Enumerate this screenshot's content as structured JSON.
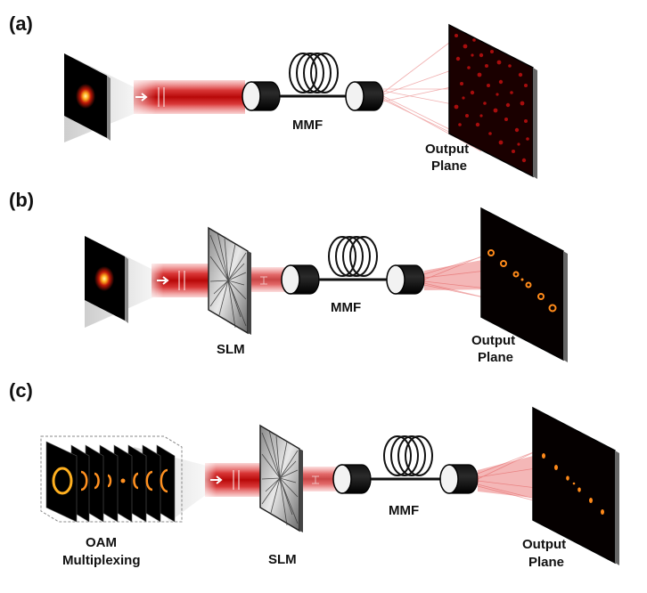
{
  "panels": [
    {
      "label": "(a)",
      "fiber_label": "MMF",
      "output_label_1": "Output",
      "output_label_2": "Plane"
    },
    {
      "label": "(b)",
      "slm_label": "SLM",
      "fiber_label": "MMF",
      "output_label_1": "Output",
      "output_label_2": "Plane"
    },
    {
      "label": "(c)",
      "source_label_1": "OAM",
      "source_label_2": "Multiplexing",
      "slm_label": "SLM",
      "fiber_label": "MMF",
      "output_label_1": "Output",
      "output_label_2": "Plane"
    }
  ],
  "colors": {
    "beam": "#c81818",
    "beam_glow": "#e85050",
    "screen_dark": "#0a0000",
    "speckle": "#c01010",
    "spot": "#ff8a1a",
    "fiber": "#111111",
    "connector_face": "#f2f2f2"
  },
  "icons": [
    "gaussian-beam-profile-icon",
    "oam-mode-stack-icon",
    "slm-hologram-icon",
    "fiber-coil-icon",
    "fiber-connector-icon",
    "arrow-icon"
  ]
}
